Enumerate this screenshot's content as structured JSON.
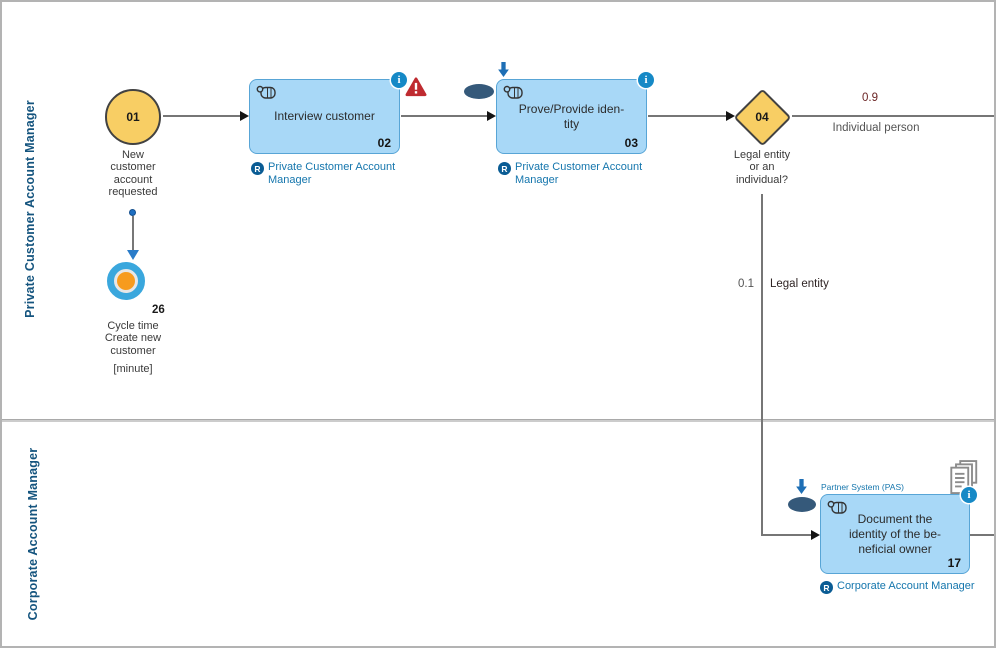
{
  "diagram": {
    "lanes": [
      {
        "label": "Private Customer Account Manager"
      },
      {
        "label": "Corporate Account Manager"
      }
    ],
    "start": {
      "number": "01",
      "label": "New\ncustomer\naccount\nrequested"
    },
    "measure": {
      "number": "26",
      "label": "Cycle time\nCreate new\ncustomer",
      "unit": "[minute]"
    },
    "tasks": [
      {
        "number": "02",
        "label": "Interview customer",
        "role": "Private Customer Account\nManager"
      },
      {
        "number": "03",
        "label": "Prove/Provide iden-\ntity",
        "role": "Private Customer Account\nManager"
      },
      {
        "number": "17",
        "label": "Document the\nidentity of the be-\nneficial owner",
        "role": "Corporate Account Manager",
        "system": "Partner System (PAS)"
      }
    ],
    "gateway": {
      "number": "04",
      "label": "Legal entity\nor an\nindividual?"
    },
    "flows": [
      {
        "probability": "0.9",
        "label": "Individual person"
      },
      {
        "probability": "0.1",
        "label": "Legal entity"
      }
    ],
    "icons": {
      "info": "i",
      "role": "R"
    },
    "colors": {
      "task_fill": "#a8d8f7",
      "task_border": "#58a5d6",
      "event_fill": "#f8ce64",
      "event_border": "#424242",
      "lane_label": "#14547e",
      "role_text": "#1576ad",
      "info_icon": "#1689c6",
      "warning_icon": "#bf2b30",
      "kpi_ring": "#3aa7dd",
      "kpi_center": "#f79b1e",
      "flow_line": "#767676",
      "probability_high_text": "#6b2424",
      "edge_label_text": "#545454",
      "legal_entity_text": "#2f2424"
    }
  }
}
